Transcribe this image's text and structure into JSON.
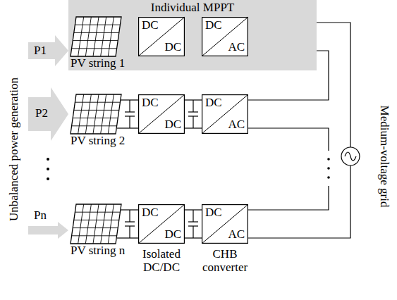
{
  "diagram": {
    "nodes": [
      {
        "text": [
          "Individual MPPT"
        ]
      },
      {
        "text": [
          "PV string 1"
        ],
        "in": 0
      },
      {
        "text": [
          "DC",
          "DC"
        ],
        "in": 0
      },
      {
        "text": [
          "DC",
          "AC"
        ],
        "in": 0
      },
      {
        "text": [
          "PV string 2"
        ]
      },
      {
        "text": [
          "DC",
          "DC"
        ]
      },
      {
        "text": [
          "DC",
          "AC"
        ]
      },
      {
        "text": [
          "PV string n"
        ]
      },
      {
        "text": [
          "DC",
          "DC"
        ]
      },
      {
        "text": [
          "DC",
          "AC"
        ]
      }
    ],
    "edges": [
      {
        "from": 1,
        "to": 2,
        "arrow": "none"
      },
      {
        "from": 2,
        "to": 3,
        "arrow": "none"
      },
      {
        "from": 4,
        "to": 5,
        "arrow": "none"
      },
      {
        "from": 5,
        "to": 6,
        "arrow": "none"
      },
      {
        "from": 7,
        "to": 8,
        "arrow": "none"
      },
      {
        "from": 8,
        "to": 9,
        "arrow": "none"
      },
      {
        "from": 3,
        "to": 6,
        "arrow": "none"
      },
      {
        "from": 6,
        "to": 9,
        "arrow": "none"
      }
    ],
    "labels": [
      "P1",
      "P2",
      "Pn",
      "Unbalanced power generation",
      "Medium-voltage grid",
      "Isolated DC/DC",
      "CHB converter"
    ]
  }
}
